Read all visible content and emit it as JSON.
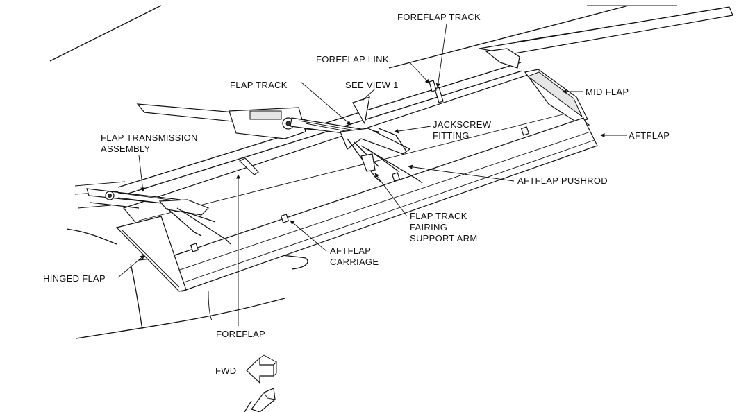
{
  "labels": {
    "foreflap_track": "FOREFLAP TRACK",
    "foreflap_link": "FOREFLAP LINK",
    "flap_track": "FLAP TRACK",
    "see_view": "SEE VIEW 1",
    "mid_flap": "MID FLAP",
    "jackscrew_fitting": [
      "JACKSCREW",
      "FITTING"
    ],
    "aftflap": "AFTFLAP",
    "flap_transmission_assembly": [
      "FLAP TRANSMISSION",
      "ASSEMBLY"
    ],
    "aftflap_pushrod": "AFTFLAP PUSHROD",
    "flap_track_fairing_support_arm": [
      "FLAP TRACK",
      "FAIRING",
      "SUPPORT ARM"
    ],
    "aftflap_carriage": [
      "AFTFLAP",
      "CARRIAGE"
    ],
    "hinged_flap": "HINGED FLAP",
    "foreflap": "FOREFLAP",
    "fwd": "FWD"
  },
  "colors": {
    "ink": "#111111",
    "paper": "#ffffff"
  }
}
